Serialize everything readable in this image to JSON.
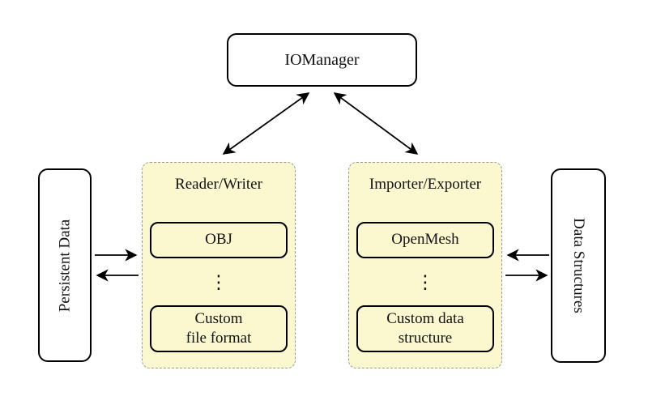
{
  "diagram": {
    "io_manager": {
      "label": "IOManager"
    },
    "persistent_data": {
      "label": "Persistent Data"
    },
    "data_structures": {
      "label": "Data Structures"
    },
    "reader_writer": {
      "title": "Reader/Writer",
      "top_box": "OBJ",
      "ellipsis": "⋮",
      "bottom_box_line1": "Custom",
      "bottom_box_line2": "file format"
    },
    "importer_exporter": {
      "title": "Importer/Exporter",
      "top_box": "OpenMesh",
      "ellipsis": "⋮",
      "bottom_box_line1": "Custom data",
      "bottom_box_line2": "structure"
    },
    "colors": {
      "background": "#FFFFFF",
      "group_fill": "#FBF8CF",
      "group_border": "#999999",
      "box_border": "#000000",
      "arrow": "#000000"
    }
  }
}
